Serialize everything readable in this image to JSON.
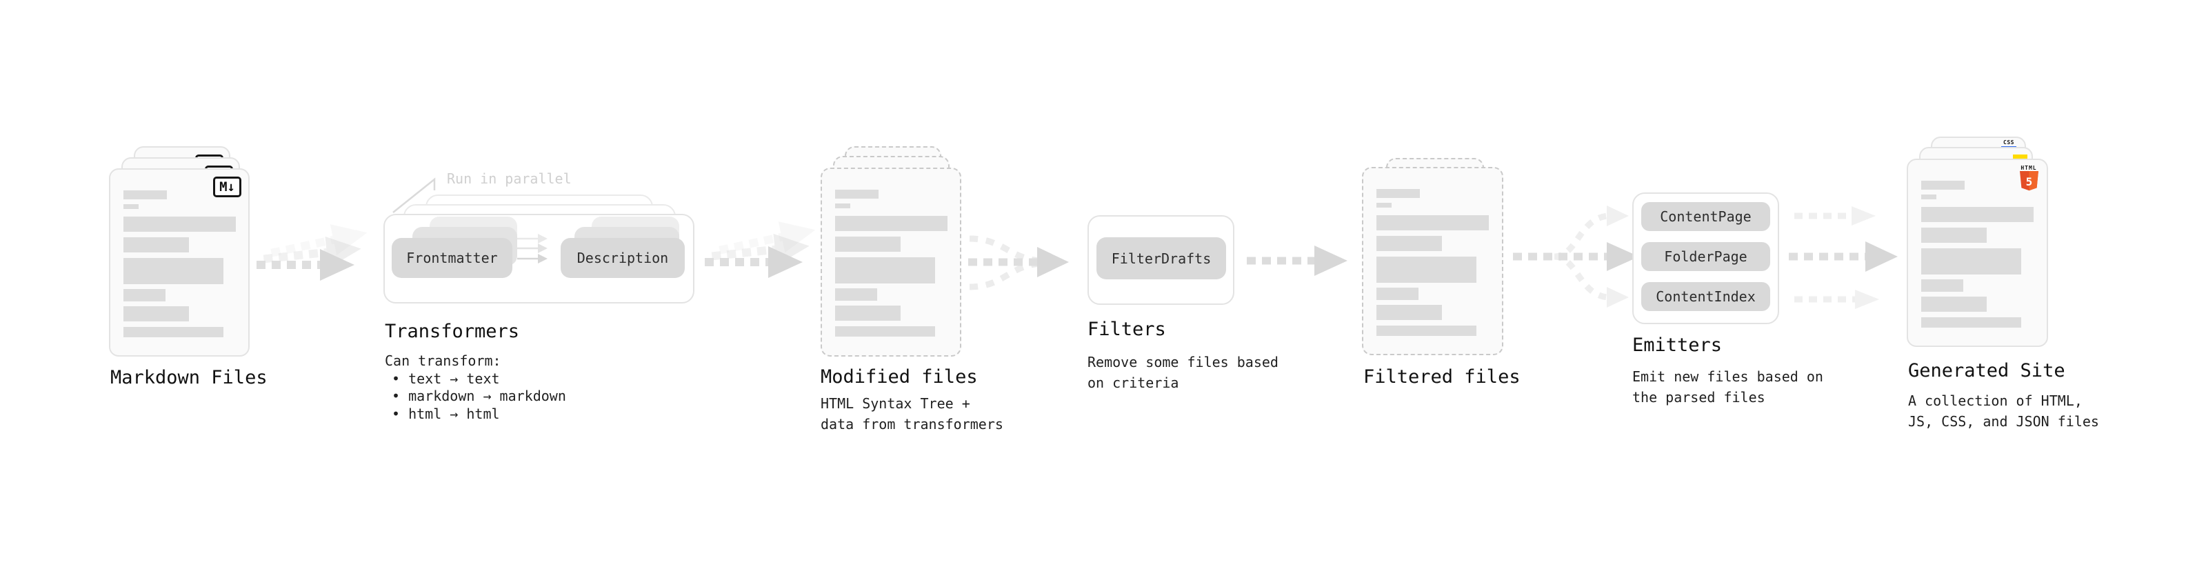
{
  "stages": {
    "markdown_files": {
      "label": "Markdown Files",
      "badge": "M↓"
    },
    "transformers": {
      "label": "Transformers",
      "parallel_note": "Run in parallel",
      "step1": "Frontmatter",
      "step2": "Description",
      "caption_title": "Can transform:",
      "bullets": [
        "• text → text",
        "• markdown → markdown",
        "• html → html"
      ]
    },
    "modified_files": {
      "label": "Modified files",
      "caption_lines": [
        "HTML Syntax Tree +",
        "data from transformers"
      ]
    },
    "filters": {
      "label": "Filters",
      "step": "FilterDrafts",
      "caption_lines": [
        "Remove some files based",
        "on criteria"
      ]
    },
    "filtered_files": {
      "label": "Filtered files"
    },
    "emitters": {
      "label": "Emitters",
      "steps": [
        "ContentPage",
        "FolderPage",
        "ContentIndex"
      ],
      "caption_lines": [
        "Emit new files based on",
        "the parsed files"
      ]
    },
    "generated_site": {
      "label": "Generated Site",
      "caption_lines": [
        "A collection of HTML,",
        "JS, CSS, and JSON files"
      ],
      "html_badge_label": "HTML",
      "html_badge_number": "5",
      "css_badge_label": "CSS"
    }
  },
  "colors": {
    "html5_orange": "#e44d26",
    "html5_orange_light": "#f16529",
    "js_yellow": "#ffdb00",
    "css_blue": "#2f6bf0",
    "card_border": "#e3e3e3",
    "dashed_border": "#c9c9c9",
    "skeleton": "#dcdcdc",
    "pill_gray": "#d9d9d9",
    "arrow_gray": "#d7d7d7"
  }
}
